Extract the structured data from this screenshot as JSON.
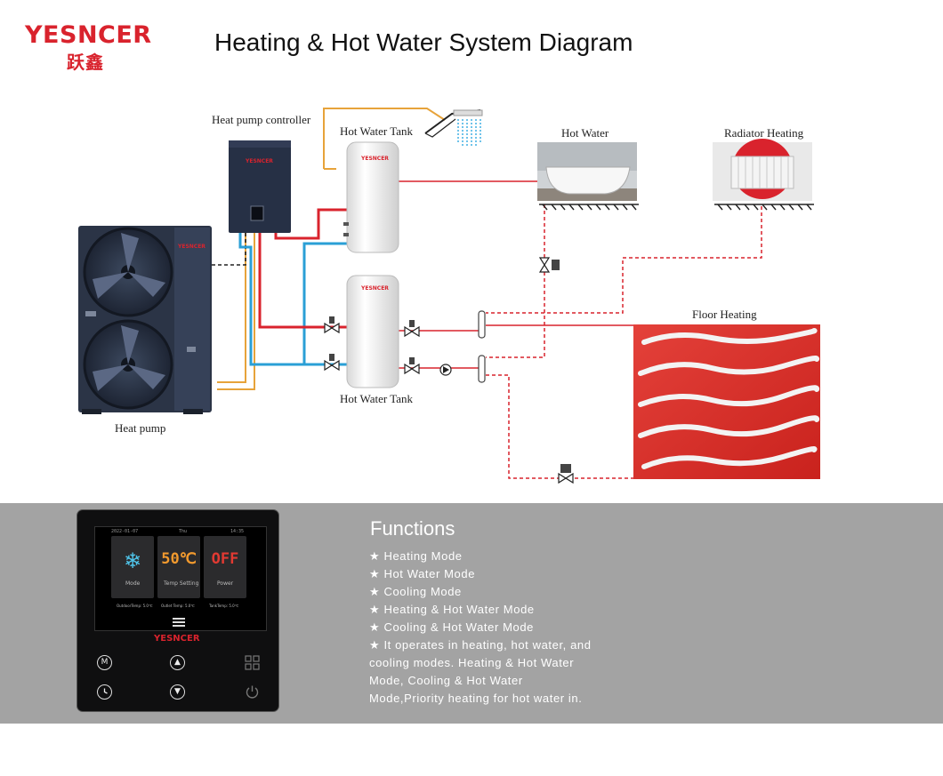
{
  "brand": {
    "name_en": "YESNCER",
    "name_cn": "跃鑫"
  },
  "title": "Heating & Hot Water System Diagram",
  "labels": {
    "heat_pump_controller": "Heat pump controller",
    "hot_water_tank_top": "Hot Water Tank",
    "hot_water": "Hot Water",
    "radiator_heating": "Radiator Heating",
    "floor_heating": "Floor Heating",
    "hot_water_tank_bottom": "Hot Water Tank",
    "heat_pump": "Heat pump",
    "tank_brand_top": "YESNCER",
    "tank_brand_bottom": "YESNCER",
    "unit_brand": "YESNCER",
    "cabinet_brand": "YESNCER"
  },
  "controller": {
    "brand": "YESNCER",
    "status_date": "2022-01-07",
    "status_day": "Thu",
    "status_time": "14:35",
    "tiles": [
      {
        "value": "❄",
        "caption": "Mode",
        "footer": "OutdoorTemp: 5.0℃"
      },
      {
        "value": "50℃",
        "caption": "Temp Setting",
        "footer": "Outlet Temp: 5.0℃"
      },
      {
        "value": "OFF",
        "caption": "Power",
        "footer": "TankTemp: 5.0℃"
      }
    ],
    "buttons": [
      "M",
      "▲",
      "▼"
    ]
  },
  "functions": {
    "title": "Functions",
    "items": [
      "★ Heating Mode",
      "★ Hot Water Mode",
      "★ Cooling  Mode",
      "★ Heating & Hot Water Mode",
      "★ Cooling & Hot Water Mode",
      "★ It operates in heating, hot water, and cooling modes. Heating & Hot Water Mode, Cooling & Hot Water Mode,Priority heating for hot water in."
    ]
  },
  "colors": {
    "brand_red": "#d9232d",
    "pipe_hot": "#d9232d",
    "pipe_cold": "#2a9fd6",
    "pipe_signal": "#e7a33a",
    "band_gray": "#a3a3a3",
    "unit_navy": "#2b3446"
  }
}
